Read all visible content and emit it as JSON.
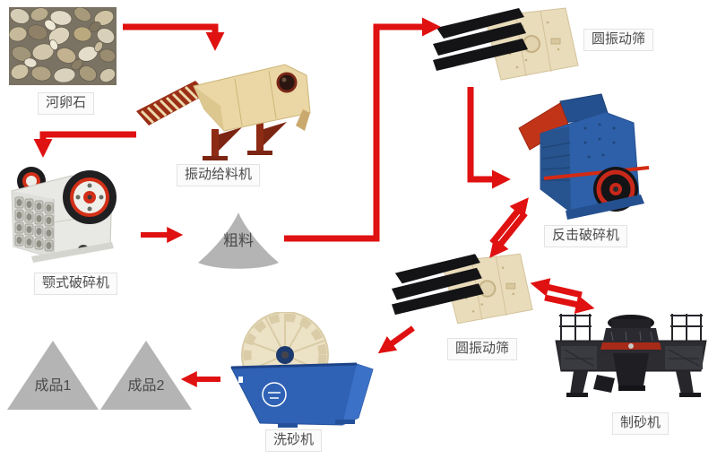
{
  "labels": {
    "pebbles": "河卵石",
    "feeder": "振动给料机",
    "jaw_crusher": "颚式破碎机",
    "coarse": "粗料",
    "screen_top": "圆振动筛",
    "impact_crusher": "反击破碎机",
    "screen_mid": "圆振动筛",
    "sand_maker": "制砂机",
    "washer": "洗砂机",
    "product1": "成品1",
    "product2": "成品2"
  },
  "colors": {
    "arrow": "#e01111",
    "pile_gray": "#b4b4b4",
    "label_text": "#4b4b4b",
    "screen_cream": "#e9dcba",
    "crusher_blue": "#2e5fa9",
    "washer_blue": "#2f62b5",
    "feeder_maroon": "#9a2f16"
  },
  "icons": {
    "pebbles_photo": "river-pebbles-photo",
    "flow_arrows": "red-flow-arrows"
  }
}
